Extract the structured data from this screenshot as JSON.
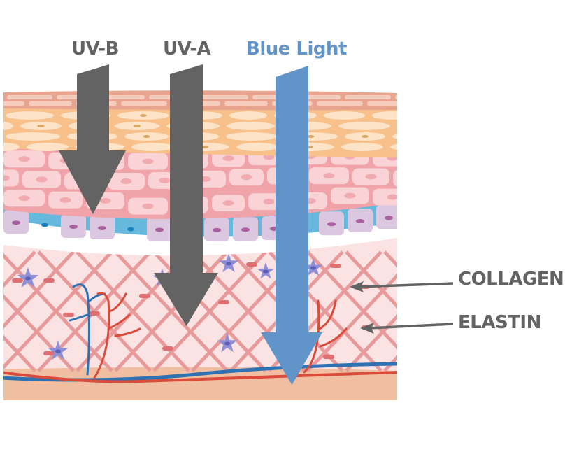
{
  "title": "Skin penetration of UV-B, UV-A and Blue Light",
  "rays": [
    {
      "label": "UV-B",
      "color": "#636363",
      "depth": "epidermis"
    },
    {
      "label": "UV-A",
      "color": "#636363",
      "depth": "dermis"
    },
    {
      "label": "Blue Light",
      "color": "#6194c9",
      "depth": "hypodermis"
    }
  ],
  "callouts": [
    {
      "label": "COLLAGEN",
      "color": "#636363"
    },
    {
      "label": "ELASTIN",
      "color": "#636363"
    }
  ],
  "palette": {
    "stratum_corneum": "#e9a48f",
    "stratum_corneum_cells": "#f4cdbf",
    "granular": "#f8c08b",
    "granular_cells": "#fde3c8",
    "granular_nuclei": "#d9a862",
    "spinous": "#f0a3a8",
    "spinous_cells": "#f9d3d5",
    "spinous_nuclei": "#f0aab0",
    "basal_bg": "#66b9dc",
    "basal_cells": "#dcc7e0",
    "basal_nuclei": "#a8609e",
    "dermis": "#fbe3e4",
    "fibers": "#e89a9b",
    "fiber_knots": "#df6f71",
    "fibroblasts": "#8f8fd6",
    "vein": "#2f72b3",
    "artery": "#d94b3a",
    "hypodermis": "#f0bea0"
  }
}
